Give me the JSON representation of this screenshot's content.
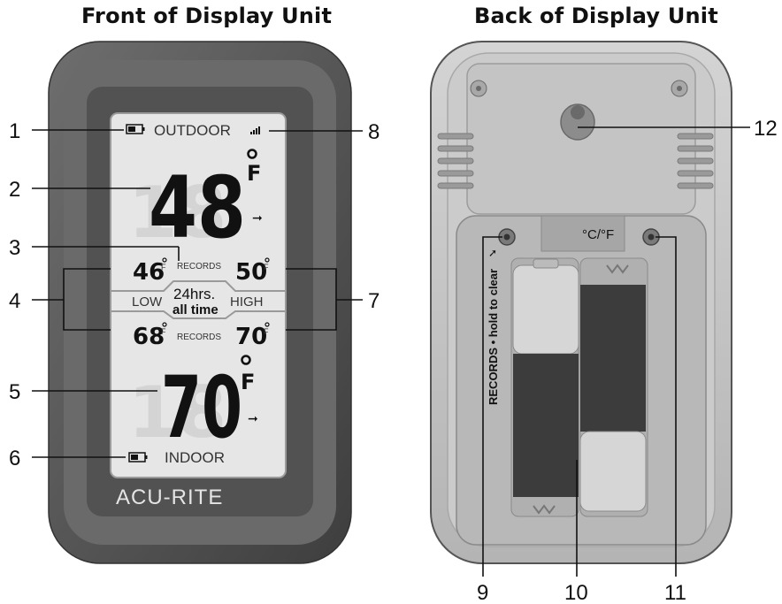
{
  "headings": {
    "front": "Front of Display Unit",
    "back": "Back of Display Unit"
  },
  "front_display": {
    "outdoor_label": "OUTDOOR",
    "outdoor_temp": "48",
    "unit_symbol": "F",
    "records_top": "RECORDS",
    "records_bottom": "RECORDS",
    "outdoor_low": "46",
    "outdoor_high": "50",
    "low_label": "LOW",
    "high_label": "HIGH",
    "period_24": "24hrs.",
    "period_all": "all time",
    "indoor_low": "68",
    "indoor_high": "70",
    "indoor_temp": "70",
    "indoor_label": "INDOOR",
    "brand": "ACU-RITE"
  },
  "back_unit": {
    "unit_switch_label": "°C/°F",
    "records_button_label": "RECORDS • hold to clear"
  },
  "callouts": [
    "1",
    "2",
    "3",
    "4",
    "5",
    "6",
    "7",
    "8",
    "9",
    "10",
    "11",
    "12"
  ],
  "colors": {
    "bezel": "#5a5a5a",
    "lcd": "#e6e6e6",
    "back_housing": "#c6c6c6",
    "battery_dark": "#3c3c3c"
  }
}
